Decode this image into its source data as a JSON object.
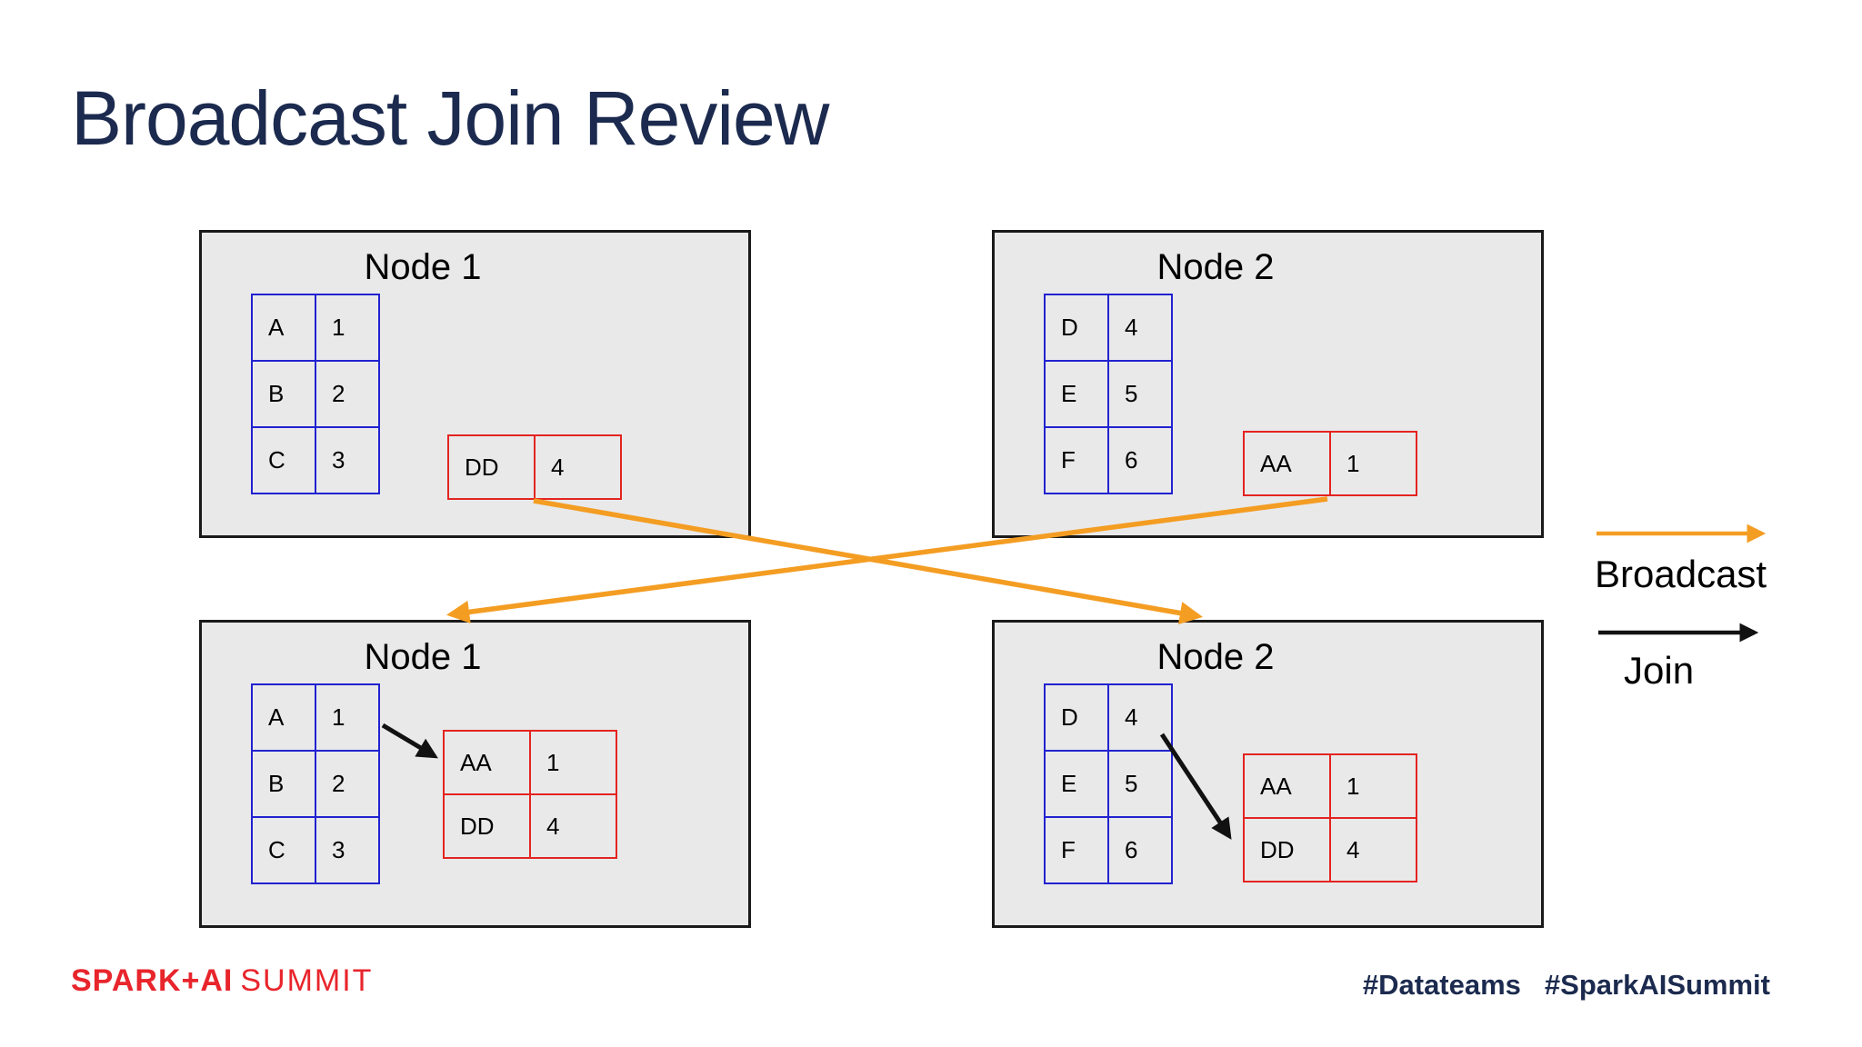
{
  "slide": {
    "title": "Broadcast Join Review",
    "brand_bold": "SPARK+AI",
    "brand_light": "SUMMIT",
    "hashtag_1": "#Datateams",
    "hashtag_2": "#SparkAISummit"
  },
  "legend": {
    "broadcast_label": "Broadcast",
    "join_label": "Join"
  },
  "colors": {
    "title_navy": "#1B2A4E",
    "node_fill": "#E9E9EA",
    "node_border": "#1A1A1A",
    "table_blue": "#2222D0",
    "table_red": "#E42420",
    "broadcast_orange": "#F49D23",
    "join_black": "#111111",
    "brand_red": "#E8252C"
  },
  "nodes": [
    {
      "id": "top-left",
      "title": "Node 1",
      "left_table": [
        [
          "A",
          "1"
        ],
        [
          "B",
          "2"
        ],
        [
          "C",
          "3"
        ]
      ],
      "right_table": [
        [
          "DD",
          "4"
        ]
      ]
    },
    {
      "id": "top-right",
      "title": "Node 2",
      "left_table": [
        [
          "D",
          "4"
        ],
        [
          "E",
          "5"
        ],
        [
          "F",
          "6"
        ]
      ],
      "right_table": [
        [
          "AA",
          "1"
        ]
      ]
    },
    {
      "id": "bottom-left",
      "title": "Node 1",
      "left_table": [
        [
          "A",
          "1"
        ],
        [
          "B",
          "2"
        ],
        [
          "C",
          "3"
        ]
      ],
      "right_table": [
        [
          "AA",
          "1"
        ],
        [
          "DD",
          "4"
        ]
      ]
    },
    {
      "id": "bottom-right",
      "title": "Node 2",
      "left_table": [
        [
          "D",
          "4"
        ],
        [
          "E",
          "5"
        ],
        [
          "F",
          "6"
        ]
      ],
      "right_table": [
        [
          "AA",
          "1"
        ],
        [
          "DD",
          "4"
        ]
      ]
    }
  ]
}
